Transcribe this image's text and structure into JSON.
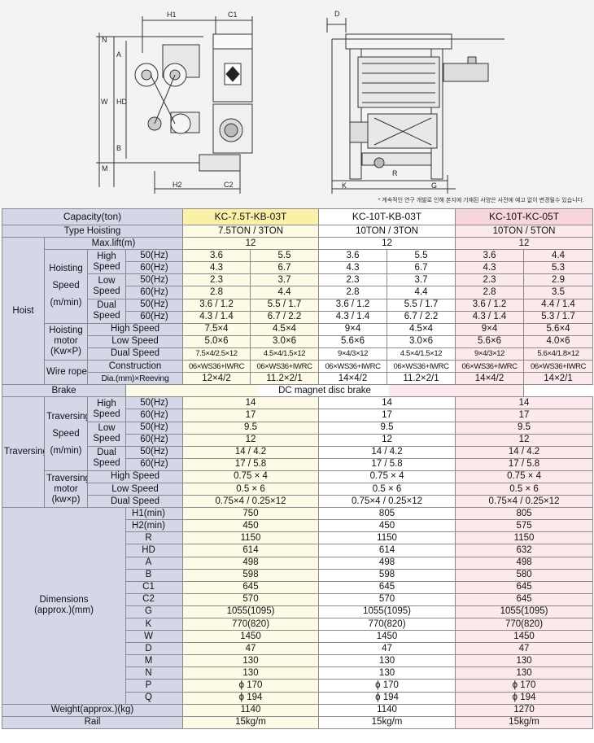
{
  "note": "* 계속적인 연구 개발로 인해 본지에 기재된 사양은 사전에 예고 없이 변경될수 있습니다.",
  "drawing": {
    "labels": {
      "h1": "H1",
      "c1": "C1",
      "h2": "H2",
      "c2": "C2",
      "n": "N",
      "a": "A",
      "w": "W",
      "hd": "HD",
      "b": "B",
      "m": "M",
      "d": "D",
      "k": "K",
      "r": "R",
      "g": "G"
    }
  },
  "header": {
    "capacity": "Capacity(ton)",
    "m1": "KC-7.5T-KB-03T",
    "m2": "KC-10T-KB-03T",
    "m3": "KC-10T-KC-05T"
  },
  "type_hoisting": {
    "label": "Type Hoisting",
    "v1": "7.5TON / 3TON",
    "v2": "10TON / 3TON",
    "v3": "10TON / 5TON"
  },
  "hoist": {
    "label": "Hoist",
    "max_lift": {
      "label": "Max.lift(m)",
      "v1": "12",
      "v2": "12",
      "v3": "12"
    },
    "speed": {
      "label": [
        "Hoisting",
        "Speed",
        "(m/min)"
      ],
      "high": {
        "l1": "High",
        "l2": "Speed"
      },
      "low": {
        "l1": "Low",
        "l2": "Speed"
      },
      "dual": {
        "l1": "Dual",
        "l2": "Speed"
      },
      "hz50": "50(Hz)",
      "hz60": "60(Hz)",
      "high50": [
        "3.6",
        "5.5",
        "3.6",
        "5.5",
        "3.6",
        "4.4"
      ],
      "high60": [
        "4.3",
        "6.7",
        "4.3",
        "6.7",
        "4.3",
        "5.3"
      ],
      "low50": [
        "2.3",
        "3.7",
        "2.3",
        "3.7",
        "2.3",
        "2.9"
      ],
      "low60": [
        "2.8",
        "4.4",
        "2.8",
        "4.4",
        "2.8",
        "3.5"
      ],
      "dual50": [
        "3.6 / 1.2",
        "5.5 / 1.7",
        "3.6 / 1.2",
        "5.5 / 1.7",
        "3.6 / 1.2",
        "4.4 / 1.4"
      ],
      "dual60": [
        "4.3 / 1.4",
        "6.7 / 2.2",
        "4.3 / 1.4",
        "6.7 / 2.2",
        "4.3 / 1.4",
        "5.3 / 1.7"
      ]
    },
    "motor": {
      "label": [
        "Hoisting",
        "motor",
        "(Kw×P)"
      ],
      "high": {
        "label": "High Speed",
        "v": [
          "7.5×4",
          "4.5×4",
          "9×4",
          "4.5×4",
          "9×4",
          "5.6×4"
        ]
      },
      "low": {
        "label": "Low Speed",
        "v": [
          "5.0×6",
          "3.0×6",
          "5.6×6",
          "3.0×6",
          "5.6×6",
          "4.0×6"
        ]
      },
      "dual": {
        "label": "Dual Speed",
        "v": [
          "7.5×4/2.5×12",
          "4.5×4/1.5×12",
          "9×4/3×12",
          "4.5×4/1.5×12",
          "9×4/3×12",
          "5.6×4/1.8×12"
        ]
      }
    },
    "wire": {
      "label": "Wire rope",
      "construction": {
        "label": "Construction",
        "v": [
          "06×WS36+IWRC",
          "06×WS36+IWRC",
          "06×WS36+IWRC",
          "06×WS36+IWRC",
          "06×WS36+IWRC",
          "06×WS36+IWRC"
        ]
      },
      "dia": {
        "label": "Dia.(mm)×Reeving",
        "v": [
          "12×4/2",
          "11.2×2/1",
          "14×4/2",
          "11.2×2/1",
          "14×4/2",
          "14×2/1"
        ]
      }
    },
    "brake": {
      "label": "Brake",
      "v": "DC magnet disc brake"
    }
  },
  "traversing": {
    "label": "Traversing",
    "speed": {
      "label": [
        "Traversing",
        "Speed",
        "(m/min)"
      ],
      "high50": [
        "14",
        "14",
        "14"
      ],
      "high60": [
        "17",
        "17",
        "17"
      ],
      "low50": [
        "9.5",
        "9.5",
        "9.5"
      ],
      "low60": [
        "12",
        "12",
        "12"
      ],
      "dual50": [
        "14 / 4.2",
        "14 / 4.2",
        "14 / 4.2"
      ],
      "dual60": [
        "17 / 5.8",
        "17 / 5.8",
        "17 / 5.8"
      ]
    },
    "motor": {
      "label": [
        "Traversing",
        "motor",
        "(kw×p)"
      ],
      "high": {
        "label": "High Speed",
        "v": [
          "0.75 × 4",
          "0.75 × 4",
          "0.75 × 4"
        ]
      },
      "low": {
        "label": "Low Speed",
        "v": [
          "0.5 × 6",
          "0.5 × 6",
          "0.5 × 6"
        ]
      },
      "dual": {
        "label": "Dual Speed",
        "v": [
          "0.75×4 / 0.25×12",
          "0.75×4 / 0.25×12",
          "0.75×4 / 0.25×12"
        ]
      }
    }
  },
  "dimensions": {
    "label": [
      "Dimensions",
      "(approx.)(mm)"
    ],
    "rows": [
      {
        "label": "H1(min)",
        "v": [
          "750",
          "805",
          "805"
        ]
      },
      {
        "label": "H2(min)",
        "v": [
          "450",
          "450",
          "575"
        ]
      },
      {
        "label": "R",
        "v": [
          "1150",
          "1150",
          "1150"
        ]
      },
      {
        "label": "HD",
        "v": [
          "614",
          "614",
          "632"
        ]
      },
      {
        "label": "A",
        "v": [
          "498",
          "498",
          "498"
        ]
      },
      {
        "label": "B",
        "v": [
          "598",
          "598",
          "580"
        ]
      },
      {
        "label": "C1",
        "v": [
          "645",
          "645",
          "645"
        ]
      },
      {
        "label": "C2",
        "v": [
          "570",
          "570",
          "645"
        ]
      },
      {
        "label": "G",
        "v": [
          "1055(1095)",
          "1055(1095)",
          "1055(1095)"
        ]
      },
      {
        "label": "K",
        "v": [
          "770(820)",
          "770(820)",
          "770(820)"
        ]
      },
      {
        "label": "W",
        "v": [
          "1450",
          "1450",
          "1450"
        ]
      },
      {
        "label": "D",
        "v": [
          "47",
          "47",
          "47"
        ]
      },
      {
        "label": "M",
        "v": [
          "130",
          "130",
          "130"
        ]
      },
      {
        "label": "N",
        "v": [
          "130",
          "130",
          "130"
        ]
      },
      {
        "label": "P",
        "v": [
          "ϕ 170",
          "ϕ 170",
          "ϕ 170"
        ]
      },
      {
        "label": "Q",
        "v": [
          "ϕ 194",
          "ϕ 194",
          "ϕ 194"
        ]
      }
    ]
  },
  "weight": {
    "label": "Weight(approx.)(kg)",
    "v": [
      "1140",
      "1140",
      "1270"
    ]
  },
  "rail": {
    "label": "Rail",
    "v": [
      "15kg/m",
      "15kg/m",
      "15kg/m"
    ]
  },
  "colors": {
    "label_bg": "#d3d7e8",
    "col1": "#fdfbe6",
    "col1_header": "#fbf0a8",
    "col3": "#fbe9ec",
    "col3_header": "#f7d5dd",
    "drawing_bg": "#f3f3f3"
  }
}
